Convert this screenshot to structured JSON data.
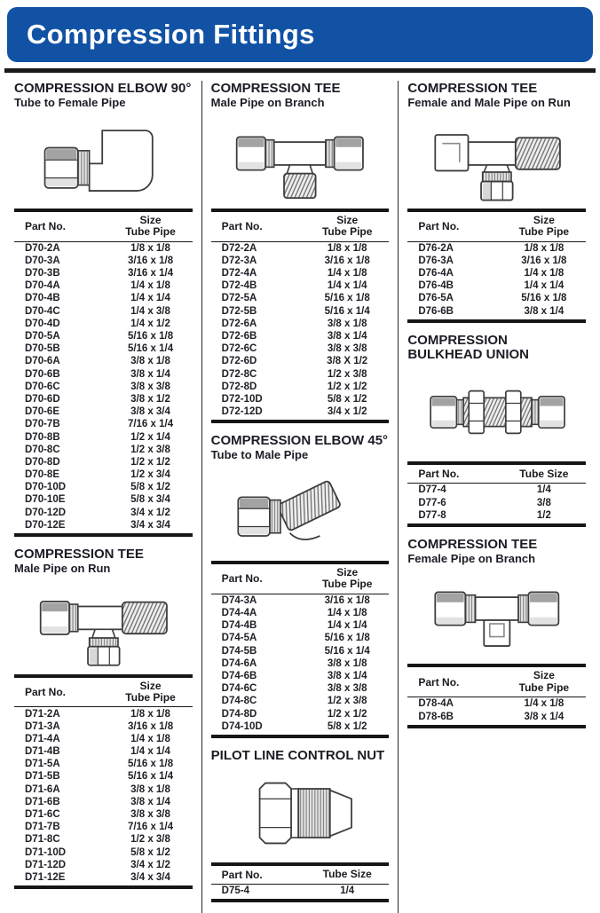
{
  "header": {
    "title": "Compression Fittings",
    "brand_blue": "#1152a5",
    "title_text_color": "#ffffff"
  },
  "columns": [
    {
      "sections": [
        {
          "title": "COMPRESSION ELBOW 90°",
          "subtitle": "Tube to Female Pipe",
          "icon": "#elbow-90-icon",
          "table": {
            "part_header": "Part No.",
            "size_header_top": "Size",
            "size_header_bottom": "Tube Pipe",
            "rows": [
              {
                "part": "D70-2A",
                "size": "1/8 x 1/8"
              },
              {
                "part": "D70-3A",
                "size": "3/16 x 1/8"
              },
              {
                "part": "D70-3B",
                "size": "3/16 x 1/4"
              },
              {
                "part": "D70-4A",
                "size": "1/4 x 1/8"
              },
              {
                "part": "D70-4B",
                "size": "1/4 x 1/4"
              },
              {
                "part": "D70-4C",
                "size": "1/4 x 3/8"
              },
              {
                "part": "D70-4D",
                "size": "1/4 x 1/2"
              },
              {
                "part": "D70-5A",
                "size": "5/16 x 1/8"
              },
              {
                "part": "D70-5B",
                "size": "5/16 x 1/4"
              },
              {
                "part": "D70-6A",
                "size": "3/8 x 1/8"
              },
              {
                "part": "D70-6B",
                "size": "3/8 x 1/4"
              },
              {
                "part": "D70-6C",
                "size": "3/8 x 3/8"
              },
              {
                "part": "D70-6D",
                "size": "3/8 x 1/2"
              },
              {
                "part": "D70-6E",
                "size": "3/8 x 3/4"
              },
              {
                "part": "D70-7B",
                "size": "7/16 x 1/4"
              },
              {
                "part": "D70-8B",
                "size": "1/2 x 1/4"
              },
              {
                "part": "D70-8C",
                "size": "1/2 x 3/8"
              },
              {
                "part": "D70-8D",
                "size": "1/2 x 1/2"
              },
              {
                "part": "D70-8E",
                "size": "1/2 x 3/4"
              },
              {
                "part": "D70-10D",
                "size": "5/8 x 1/2"
              },
              {
                "part": "D70-10E",
                "size": "5/8 x 3/4"
              },
              {
                "part": "D70-12D",
                "size": "3/4 x 1/2"
              },
              {
                "part": "D70-12E",
                "size": "3/4 x 3/4"
              }
            ]
          }
        },
        {
          "title": "COMPRESSION TEE",
          "subtitle": "Male Pipe on Run",
          "icon": "#tee-male-run-icon",
          "table": {
            "part_header": "Part No.",
            "size_header_top": "Size",
            "size_header_bottom": "Tube Pipe",
            "rows": [
              {
                "part": "D71-2A",
                "size": "1/8 x 1/8"
              },
              {
                "part": "D71-3A",
                "size": "3/16 x 1/8"
              },
              {
                "part": "D71-4A",
                "size": "1/4 x 1/8"
              },
              {
                "part": "D71-4B",
                "size": "1/4 x 1/4"
              },
              {
                "part": "D71-5A",
                "size": "5/16 x 1/8"
              },
              {
                "part": "D71-5B",
                "size": "5/16 x 1/4"
              },
              {
                "part": "D71-6A",
                "size": "3/8 x 1/8"
              },
              {
                "part": "D71-6B",
                "size": "3/8 x 1/4"
              },
              {
                "part": "D71-6C",
                "size": "3/8 x 3/8"
              },
              {
                "part": "D71-7B",
                "size": "7/16 x 1/4"
              },
              {
                "part": "D71-8C",
                "size": "1/2 x 3/8"
              },
              {
                "part": "D71-10D",
                "size": "5/8 x 1/2"
              },
              {
                "part": "D71-12D",
                "size": "3/4 x 1/2"
              },
              {
                "part": "D71-12E",
                "size": "3/4 x 3/4"
              }
            ]
          }
        }
      ]
    },
    {
      "sections": [
        {
          "title": "COMPRESSION TEE",
          "subtitle": "Male Pipe on Branch",
          "icon": "#tee-male-branch-icon",
          "table": {
            "part_header": "Part No.",
            "size_header_top": "Size",
            "size_header_bottom": "Tube Pipe",
            "rows": [
              {
                "part": "D72-2A",
                "size": "1/8 x 1/8"
              },
              {
                "part": "D72-3A",
                "size": "3/16 x 1/8"
              },
              {
                "part": "D72-4A",
                "size": "1/4 x 1/8"
              },
              {
                "part": "D72-4B",
                "size": "1/4 x 1/4"
              },
              {
                "part": "D72-5A",
                "size": "5/16 x 1/8"
              },
              {
                "part": "D72-5B",
                "size": "5/16 x 1/4"
              },
              {
                "part": "D72-6A",
                "size": "3/8 x 1/8"
              },
              {
                "part": "D72-6B",
                "size": "3/8 x 1/4"
              },
              {
                "part": "D72-6C",
                "size": "3/8 x 3/8"
              },
              {
                "part": "D72-6D",
                "size": "3/8 X 1/2"
              },
              {
                "part": "D72-8C",
                "size": "1/2 x 3/8"
              },
              {
                "part": "D72-8D",
                "size": "1/2 x 1/2"
              },
              {
                "part": "D72-10D",
                "size": "5/8 x 1/2"
              },
              {
                "part": "D72-12D",
                "size": "3/4 x 1/2"
              }
            ]
          }
        },
        {
          "title": "COMPRESSION ELBOW 45°",
          "subtitle": "Tube to Male Pipe",
          "icon": "#elbow-45-icon",
          "table": {
            "part_header": "Part No.",
            "size_header_top": "Size",
            "size_header_bottom": "Tube Pipe",
            "rows": [
              {
                "part": "D74-3A",
                "size": "3/16 x 1/8"
              },
              {
                "part": "D74-4A",
                "size": "1/4 x 1/8"
              },
              {
                "part": "D74-4B",
                "size": "1/4 x 1/4"
              },
              {
                "part": "D74-5A",
                "size": "5/16 x 1/8"
              },
              {
                "part": "D74-5B",
                "size": "5/16 x 1/4"
              },
              {
                "part": "D74-6A",
                "size": "3/8 x 1/8"
              },
              {
                "part": "D74-6B",
                "size": "3/8 x 1/4"
              },
              {
                "part": "D74-6C",
                "size": "3/8 x 3/8"
              },
              {
                "part": "D74-8C",
                "size": "1/2 x 3/8"
              },
              {
                "part": "D74-8D",
                "size": "1/2 x 1/2"
              },
              {
                "part": "D74-10D",
                "size": "5/8 x 1/2"
              }
            ]
          }
        },
        {
          "title": "PILOT LINE CONTROL NUT",
          "subtitle": "",
          "icon": "#pilot-nut-icon",
          "table": {
            "part_header": "Part No.",
            "size_header_top": "Tube Size",
            "size_header_bottom": "",
            "rows": [
              {
                "part": "D75-4",
                "size": "1/4"
              }
            ]
          }
        }
      ]
    },
    {
      "sections": [
        {
          "title": "COMPRESSION TEE",
          "subtitle": "Female and Male Pipe on Run",
          "icon": "#tee-female-male-run-icon",
          "table": {
            "part_header": "Part No.",
            "size_header_top": "Size",
            "size_header_bottom": "Tube Pipe",
            "rows": [
              {
                "part": "D76-2A",
                "size": "1/8 x 1/8"
              },
              {
                "part": "D76-3A",
                "size": "3/16 x 1/8"
              },
              {
                "part": "D76-4A",
                "size": "1/4 x 1/8"
              },
              {
                "part": "D76-4B",
                "size": "1/4 x 1/4"
              },
              {
                "part": "D76-5A",
                "size": "5/16 x 1/8"
              },
              {
                "part": "D76-6B",
                "size": "3/8 x 1/4"
              }
            ]
          }
        },
        {
          "title": "COMPRESSION BULKHEAD UNION",
          "subtitle": "",
          "icon": "#bulkhead-union-icon",
          "table": {
            "part_header": "Part No.",
            "size_header_top": "Tube Size",
            "size_header_bottom": "",
            "rows": [
              {
                "part": "D77-4",
                "size": "1/4"
              },
              {
                "part": "D77-6",
                "size": "3/8"
              },
              {
                "part": "D77-8",
                "size": "1/2"
              }
            ]
          }
        },
        {
          "title": "COMPRESSION TEE",
          "subtitle": "Female Pipe on Branch",
          "icon": "#tee-female-branch-icon",
          "table": {
            "part_header": "Part No.",
            "size_header_top": "Size",
            "size_header_bottom": "Tube Pipe",
            "rows": [
              {
                "part": "D78-4A",
                "size": "1/4 x 1/8"
              },
              {
                "part": "D78-6B",
                "size": "3/8 x 1/4"
              }
            ]
          }
        }
      ]
    }
  ]
}
